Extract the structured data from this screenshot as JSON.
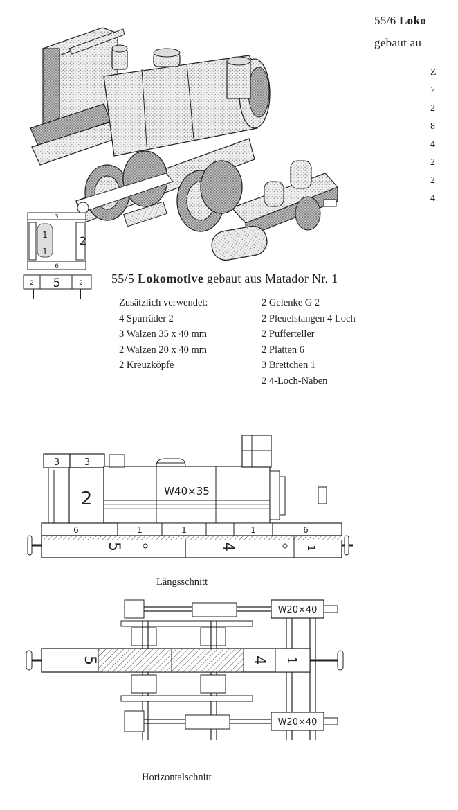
{
  "top_caption": {
    "number": "55/6",
    "bold_word": "Loko",
    "line2": "gebaut au"
  },
  "top_right_fragments": [
    "Z",
    "7",
    "2",
    "8",
    "4",
    "2",
    "2",
    "4"
  ],
  "main_caption": {
    "number": "55/5",
    "bold_word": "Lokomotive",
    "rest": "gebaut aus Matador Nr. 1"
  },
  "parts_left": [
    "Zusätzlich verwendet:",
    "4 Spurräder 2",
    "3 Walzen 35 x 40 mm",
    "2 Walzen 20 x 40 mm",
    "2 Kreuzköpfe"
  ],
  "parts_right": [
    "2 Gelenke G 2",
    "2 Pleuelstangen 4 Loch",
    "2 Pufferteller",
    "2 Platten 6",
    "3 Brettchen 1",
    "2 4-Loch-Naben"
  ],
  "small_diagram_labels": [
    "3",
    "1",
    "1",
    "2",
    "6",
    "5",
    "2",
    "2"
  ],
  "laengs_labels": {
    "top_a": "3",
    "top_b": "3",
    "cab": "2",
    "boiler": "W40×35",
    "plate_left": "6",
    "slat_a": "1",
    "slat_b": "1",
    "slat_c": "1",
    "plate_right": "6",
    "beam_left": "5",
    "beam_right": "4",
    "end_block": "1"
  },
  "horiz_labels": {
    "roller_top": "W20×40",
    "roller_bottom": "W20×40",
    "beam_left": "5",
    "beam_right": "4",
    "end_block": "1"
  },
  "fig_caption_laengs": "Längsschnitt",
  "fig_caption_horiz": "Horizontalschnitt"
}
